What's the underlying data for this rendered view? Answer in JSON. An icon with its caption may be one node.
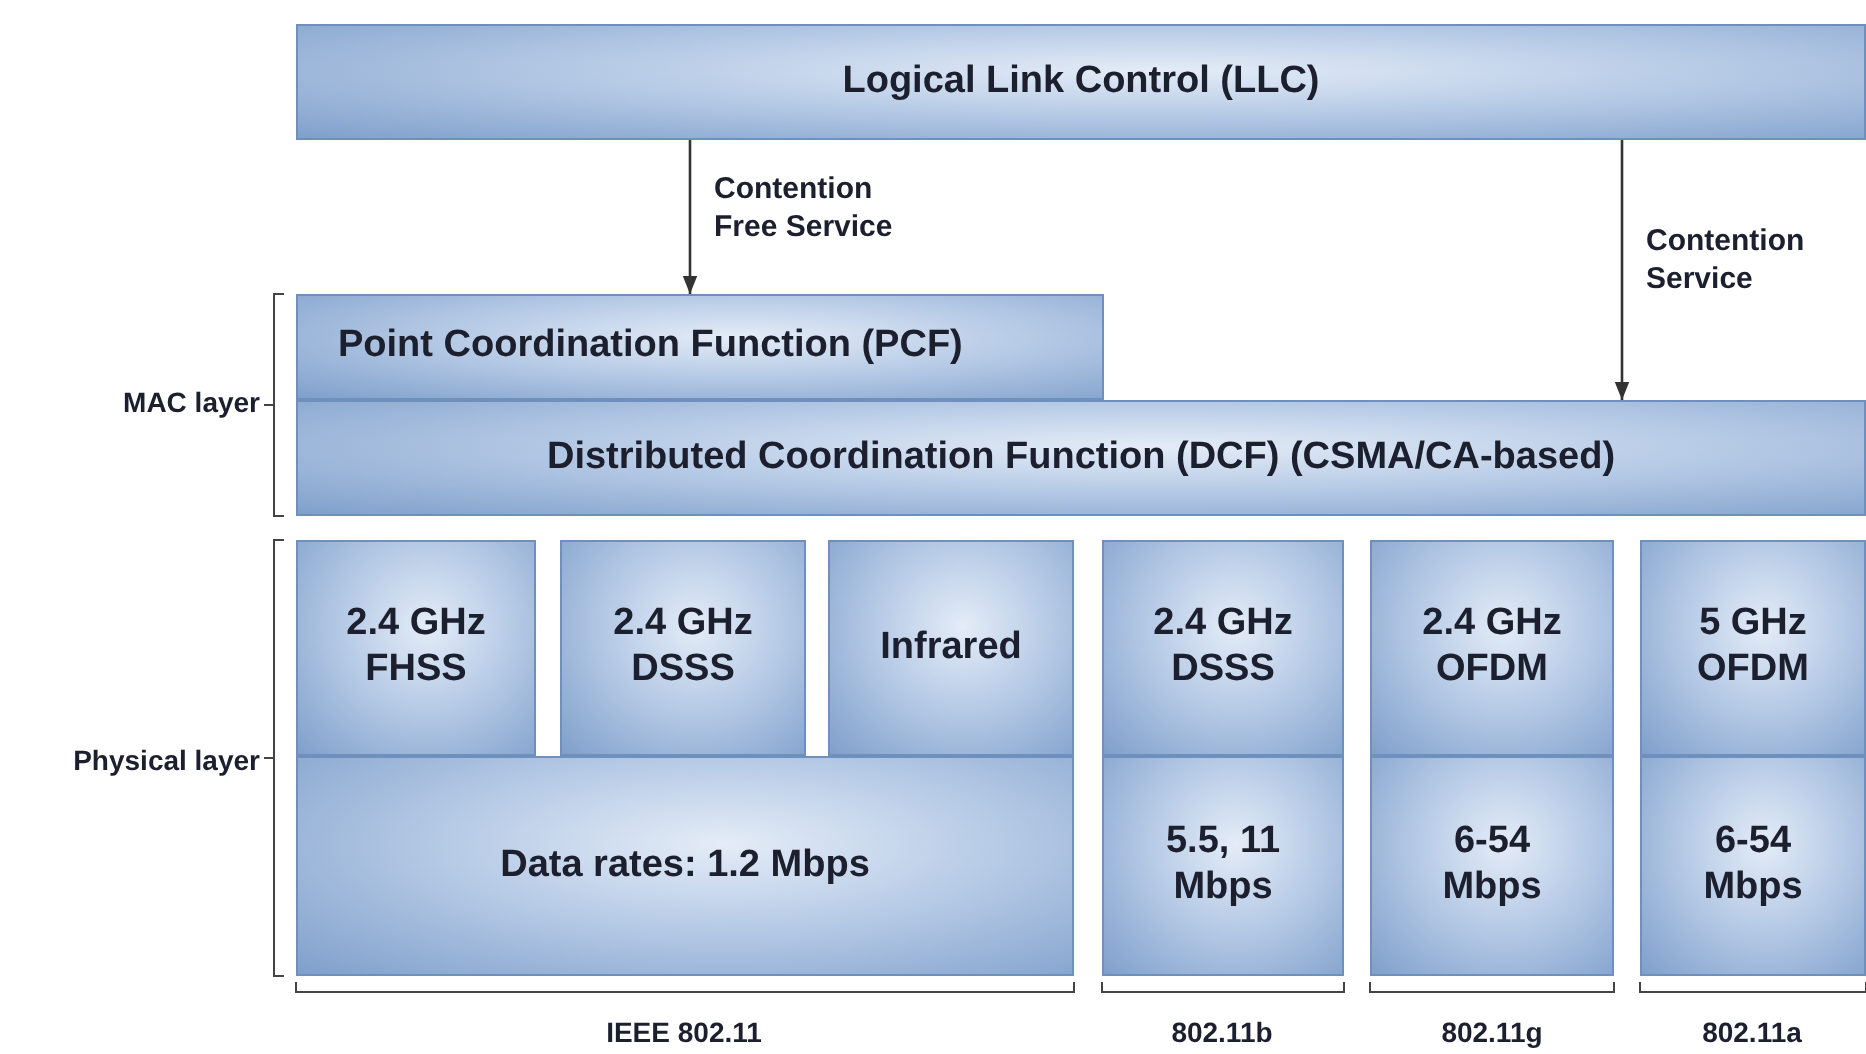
{
  "diagram": {
    "nodes": [
      {
        "text": [
          "Logical Link Control (LLC)"
        ]
      },
      {
        "text": [
          "Point Coordination Function (PCF)"
        ]
      },
      {
        "text": [
          "Distributed Coordination Function (DCF) (CSMA/CA-based)"
        ]
      },
      {
        "text": [
          "2.4 GHz FHSS"
        ]
      },
      {
        "text": [
          "2.4 GHz DSSS"
        ]
      },
      {
        "text": [
          "Infrared"
        ]
      },
      {
        "text": [
          "Data rates: 1.2 Mbps"
        ]
      },
      {
        "text": [
          "2.4 GHz DSSS"
        ]
      },
      {
        "text": [
          "5.5, 11 Mbps"
        ]
      },
      {
        "text": [
          "2.4 GHz OFDM"
        ]
      },
      {
        "text": [
          "6-54 Mbps"
        ]
      },
      {
        "text": [
          "5 GHz OFDM"
        ]
      },
      {
        "text": [
          "6-54 Mbps"
        ]
      }
    ],
    "edges": [
      {
        "from": 0,
        "to": 1,
        "arrow": "to",
        "label": "Contention Free Service"
      },
      {
        "from": 0,
        "to": 2,
        "arrow": "to",
        "label": "Contention Service"
      }
    ],
    "labels": [
      "MAC layer",
      "Physical layer",
      "IEEE 802.11",
      "802.11b",
      "802.11g",
      "802.11a"
    ]
  }
}
